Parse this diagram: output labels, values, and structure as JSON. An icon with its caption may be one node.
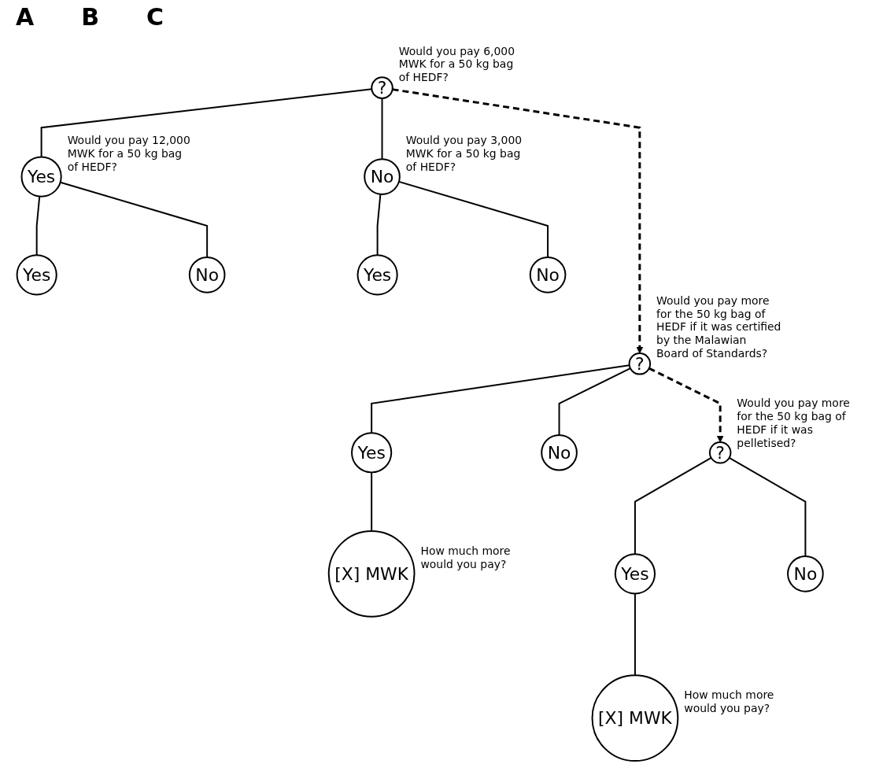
{
  "diagram": {
    "nodes": [
      {
        "text": [
          "?"
        ],
        "beside": [
          "Would you pay 6,000 MWK for a 50 kg bag of HEDF?"
        ]
      },
      {
        "text": [
          "Yes"
        ],
        "beside": [
          "Would you pay 12,000 MWK for a 50 kg bag of HEDF?"
        ]
      },
      {
        "text": [
          "No"
        ],
        "beside": [
          "Would you pay 3,000 MWK for a 50 kg bag of HEDF?"
        ]
      },
      {
        "text": [
          "Yes"
        ]
      },
      {
        "text": [
          "No"
        ]
      },
      {
        "text": [
          "Yes"
        ]
      },
      {
        "text": [
          "No"
        ]
      },
      {
        "text": [
          "?"
        ],
        "beside": [
          "Would you pay more for the 50 kg bag of HEDF if it was certified by the Malawian Board of Standards?"
        ]
      },
      {
        "text": [
          "Yes"
        ]
      },
      {
        "text": [
          "No"
        ]
      },
      {
        "text": [
          "[X] MWK"
        ],
        "beside": [
          "How much more would you pay?"
        ]
      },
      {
        "text": [
          "?"
        ],
        "beside": [
          "Would you pay more for the 50 kg bag of HEDF if it was pelletised?"
        ]
      },
      {
        "text": [
          "Yes"
        ]
      },
      {
        "text": [
          "No"
        ]
      },
      {
        "text": [
          "[X] MWK"
        ],
        "beside": [
          "How much more would you pay?"
        ]
      }
    ],
    "edges": [
      {
        "from": 0,
        "to": 1,
        "arrow": "none"
      },
      {
        "from": 0,
        "to": 2,
        "arrow": "none"
      },
      {
        "from": 1,
        "to": 3,
        "arrow": "none"
      },
      {
        "from": 1,
        "to": 4,
        "arrow": "none"
      },
      {
        "from": 2,
        "to": 5,
        "arrow": "none"
      },
      {
        "from": 2,
        "to": 6,
        "arrow": "none"
      },
      {
        "from": 0,
        "to": 7,
        "arrow": "to",
        "style": "dashed"
      },
      {
        "from": 7,
        "to": 11,
        "arrow": "to",
        "style": "dashed"
      },
      {
        "from": 7,
        "to": 8,
        "arrow": "none"
      },
      {
        "from": 7,
        "to": 9,
        "arrow": "none"
      },
      {
        "from": 8,
        "to": 10,
        "arrow": "none"
      },
      {
        "from": 11,
        "to": 12,
        "arrow": "none"
      },
      {
        "from": 11,
        "to": 13,
        "arrow": "none"
      },
      {
        "from": 12,
        "to": 14,
        "arrow": "none"
      }
    ],
    "labels": [
      "A",
      "B",
      "C"
    ]
  }
}
